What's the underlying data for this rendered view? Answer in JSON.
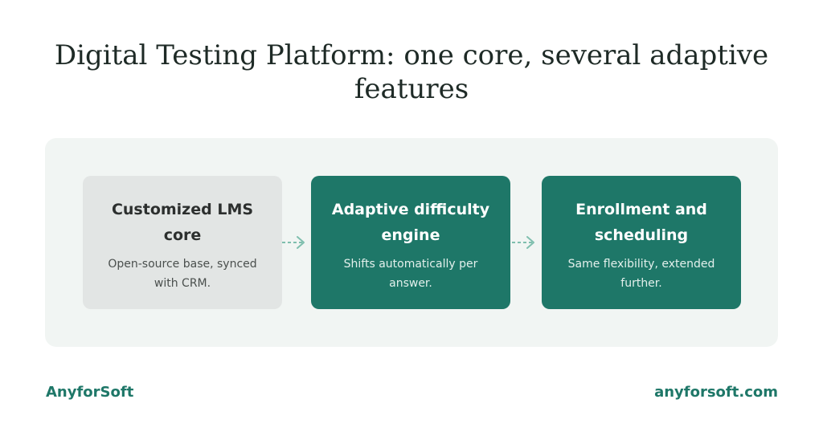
{
  "title": "Digital Testing Platform: one core, several adaptive features",
  "steps": [
    {
      "title": "Customized LMS core",
      "description": "Open-source base, synced with CRM."
    },
    {
      "title": "Adaptive difficulty engine",
      "description": "Shifts automatically per answer."
    },
    {
      "title": "Enrollment and scheduling",
      "description": "Same flexibility, extended further."
    }
  ],
  "footer": {
    "brand": "AnyforSoft",
    "website": "anyforsoft.com"
  },
  "colors": {
    "accent": "#1e7768",
    "panel_background": "#f1f5f3",
    "gray_card": "#e2e5e4",
    "arrow": "#7fbfae"
  },
  "icons": [
    "arrow-right-icon",
    "arrow-right-icon"
  ]
}
